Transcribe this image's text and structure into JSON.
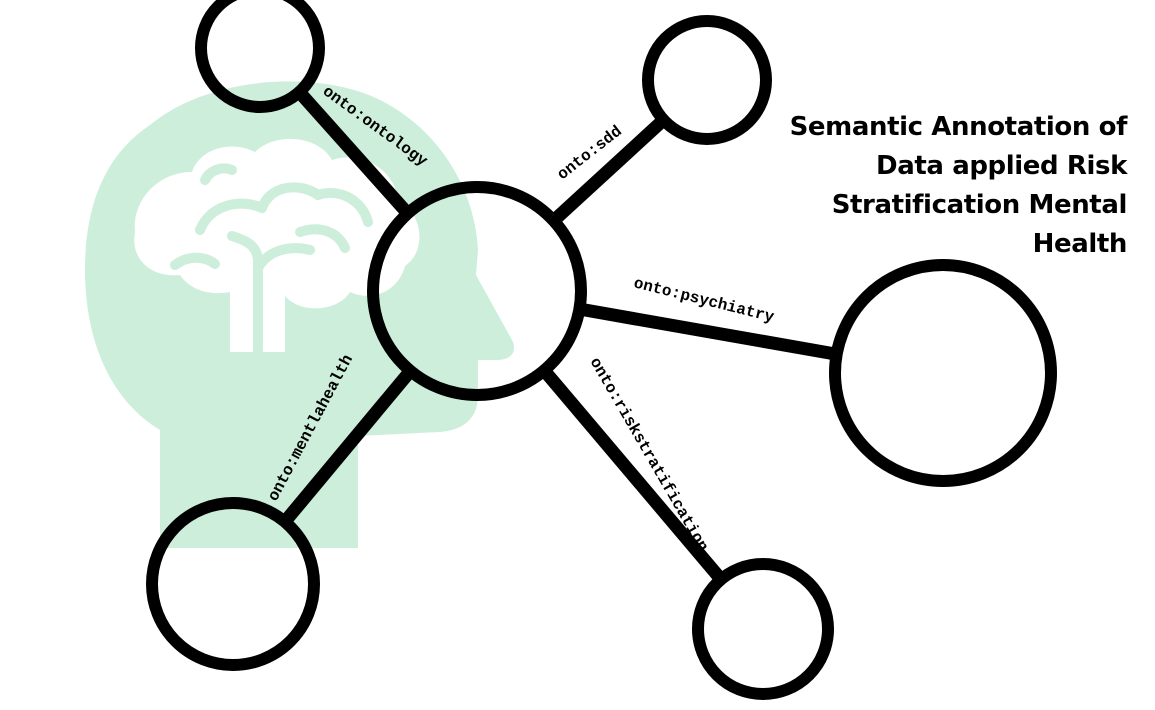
{
  "title": "Semantic Annotation of Data applied Risk Stratification Mental Health",
  "background_icon": {
    "name": "brain-head-icon",
    "color": "#cdeedb"
  },
  "nodes": [
    {
      "id": "center",
      "label": ""
    },
    {
      "id": "ontology",
      "label": ""
    },
    {
      "id": "sdd",
      "label": ""
    },
    {
      "id": "psychiatry",
      "label": ""
    },
    {
      "id": "riskstratification",
      "label": ""
    },
    {
      "id": "mentlahealth",
      "label": ""
    }
  ],
  "edges": [
    {
      "from": "center",
      "to": "ontology",
      "label": "onto:ontology"
    },
    {
      "from": "center",
      "to": "sdd",
      "label": "onto:sdd"
    },
    {
      "from": "center",
      "to": "psychiatry",
      "label": "onto:psychiatry"
    },
    {
      "from": "center",
      "to": "riskstratification",
      "label": "onto:riskstratification"
    },
    {
      "from": "center",
      "to": "mentlahealth",
      "label": "onto:mentlahealth"
    }
  ]
}
